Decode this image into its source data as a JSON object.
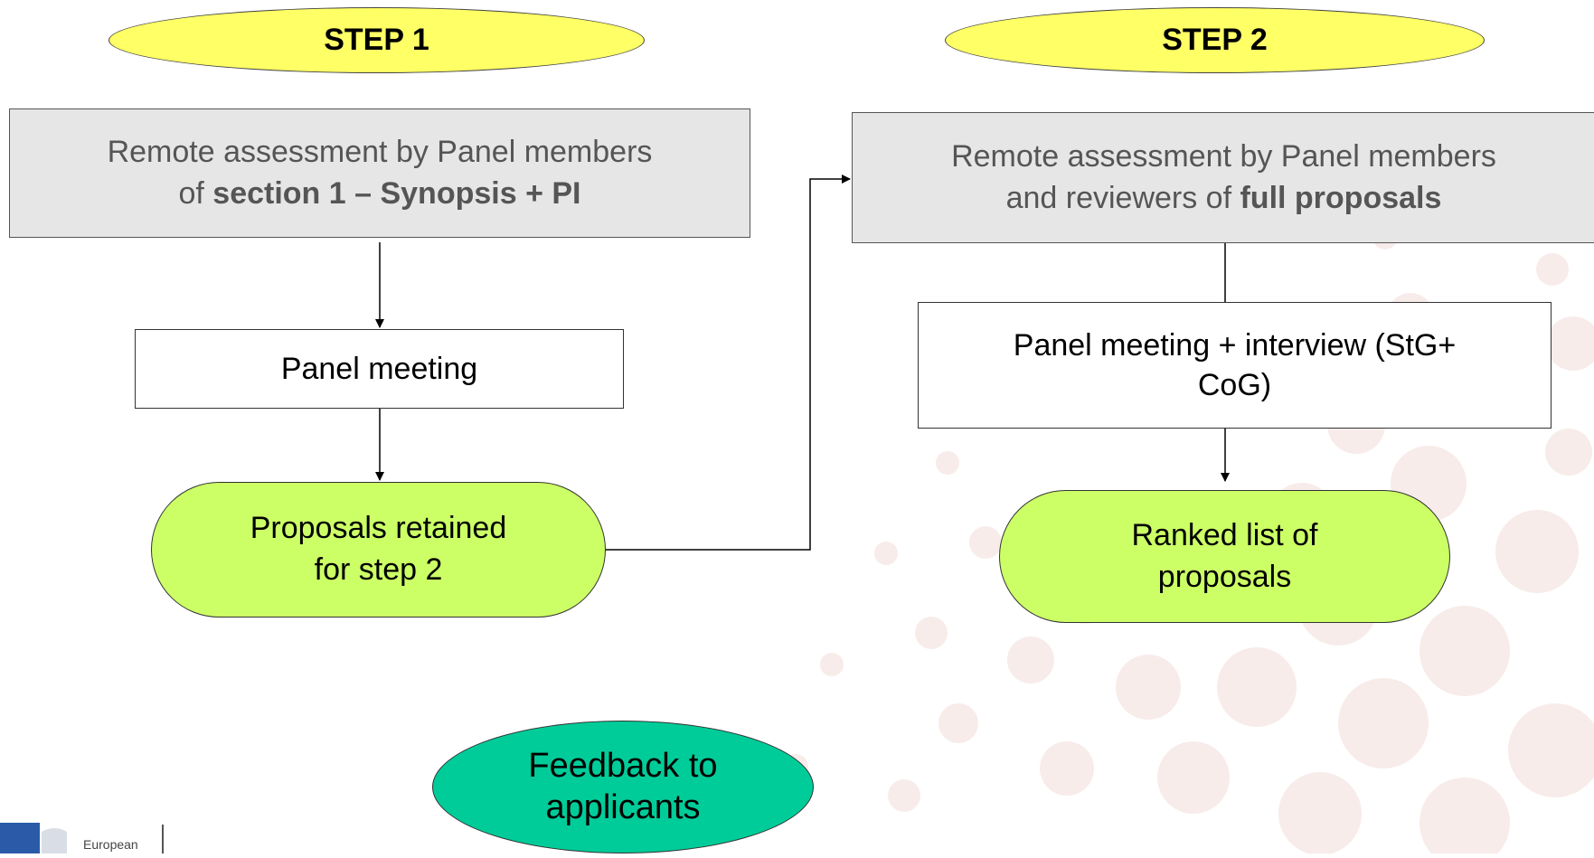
{
  "steps": {
    "step1": "STEP 1",
    "step2": "STEP 2"
  },
  "step1_flow": {
    "remote_assessment": {
      "line1": "Remote assessment by Panel members",
      "line2_prefix": "of ",
      "line2_bold": "section 1 – Synopsis + PI"
    },
    "panel_meeting": "Panel meeting",
    "retained": {
      "line1": "Proposals retained",
      "line2": "for step 2"
    }
  },
  "step2_flow": {
    "remote_assessment": {
      "line1": "Remote assessment by Panel members",
      "line2_prefix": "and reviewers of ",
      "line2_bold": "full proposals"
    },
    "panel_interview": {
      "line1": "Panel meeting + interview (StG+",
      "line2": "CoG)"
    },
    "ranked": {
      "line1": "Ranked list of",
      "line2": "proposals"
    }
  },
  "feedback": {
    "line1": "Feedback to",
    "line2": "applicants"
  },
  "logo": {
    "text": "European"
  },
  "colors": {
    "step_label_fill": "#ffff66",
    "gray_box_fill": "#e6e6e6",
    "green_pill_fill": "#ccff66",
    "feedback_fill": "#00cc99",
    "bg_dot": "#f7ecea"
  }
}
